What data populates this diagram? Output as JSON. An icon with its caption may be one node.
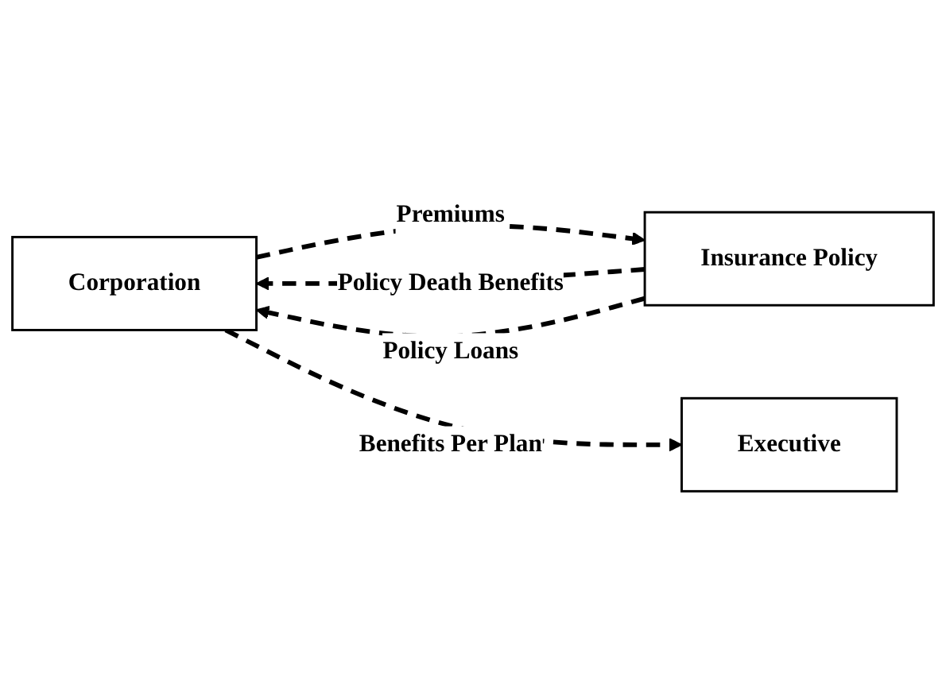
{
  "diagram": {
    "nodes": [
      {
        "text": [
          "Corporation"
        ]
      },
      {
        "text": [
          "Insurance Policy"
        ]
      },
      {
        "text": [
          "Executive"
        ]
      }
    ],
    "edges": [
      {
        "from": 1,
        "to": 0,
        "arrow": "to",
        "label": "Policy Death Benefits",
        "style": "dashed"
      },
      {
        "from": 1,
        "to": 0,
        "arrow": "to",
        "label": "Policy Loans",
        "style": "dashed"
      },
      {
        "from": 0,
        "to": 1,
        "arrow": "to",
        "label": "Premiums",
        "style": "dashed"
      },
      {
        "from": 0,
        "to": 2,
        "arrow": "to",
        "label": "Benefits Per Plan",
        "style": "dashed"
      }
    ]
  }
}
